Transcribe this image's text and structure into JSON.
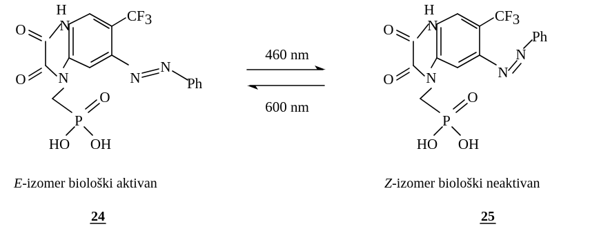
{
  "reaction": {
    "forward_label": "460 nm",
    "reverse_label": "600 nm"
  },
  "left": {
    "atoms": {
      "h": "H",
      "n4": "N",
      "o_top": "O",
      "o_bottom": "O",
      "n1": "N",
      "cf3_main": "CF",
      "cf3_sub": "3",
      "azo_n1": "N",
      "azo_n2": "N",
      "ph": "Ph",
      "p": "P",
      "po_o": "O",
      "ho": "HO",
      "oh": "OH"
    },
    "caption_prefix": "E",
    "caption_text": "-izomer biološki aktivan",
    "number": "24"
  },
  "right": {
    "atoms": {
      "h": "H",
      "n4": "N",
      "o_top": "O",
      "o_bottom": "O",
      "n1": "N",
      "cf3_main": "CF",
      "cf3_sub": "3",
      "azo_n1": "N",
      "azo_n2": "N",
      "ph": "Ph",
      "p": "P",
      "po_o": "O",
      "ho": "HO",
      "oh": "OH"
    },
    "caption_prefix": "Z",
    "caption_text": "-izomer biološki neaktivan",
    "number": "25"
  }
}
